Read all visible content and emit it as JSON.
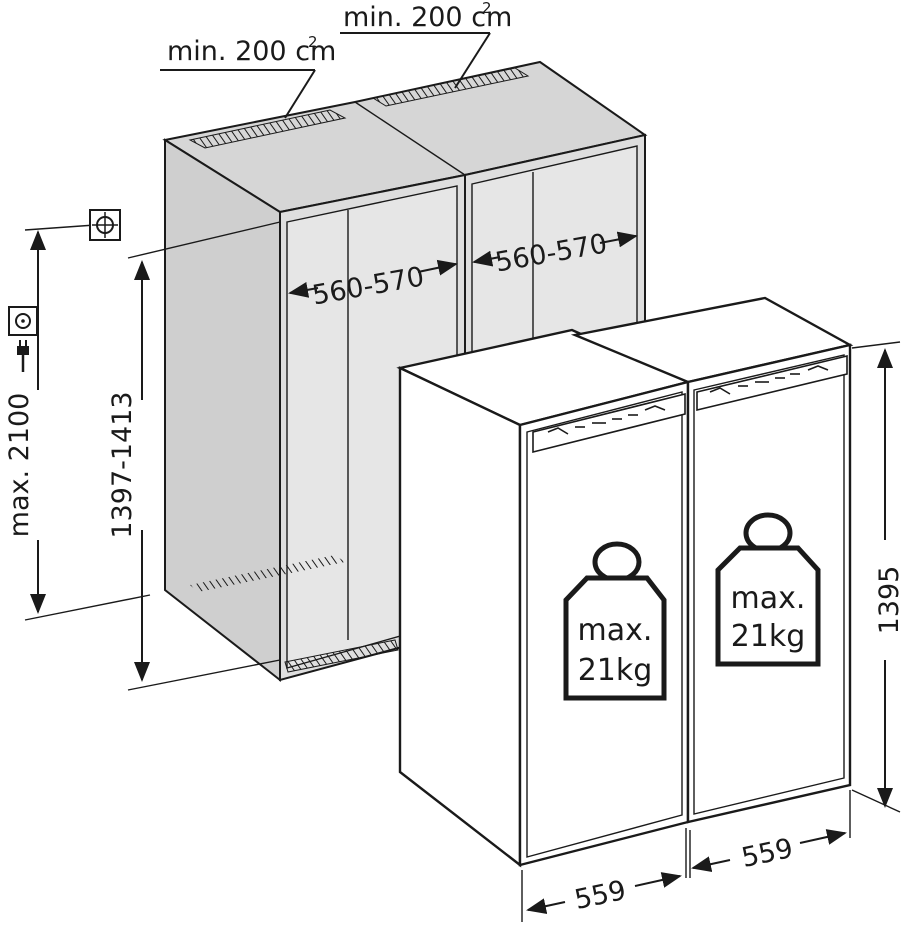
{
  "ventilation": {
    "left_label": "min. 200 cm",
    "right_label": "min. 200 cm",
    "superscript": "2"
  },
  "niche": {
    "width_left": "560-570",
    "width_right": "560-570",
    "height": "1397-1413",
    "outlet_height": "max. 2100"
  },
  "appliance": {
    "width_left": "559",
    "width_right": "559",
    "height": "1395"
  },
  "load": {
    "left_line1": "max.",
    "left_line2": "21kg",
    "right_line1": "max.",
    "right_line2": "21kg"
  },
  "icons": [
    "socket-icon",
    "plug-icon",
    "water-connection-icon",
    "weight-icon"
  ],
  "colors": {
    "line": "#1a1a1a",
    "niche_fill": "#dcdcdc",
    "niche_side": "#cfcfcf",
    "appliance_fill": "#ffffff"
  }
}
